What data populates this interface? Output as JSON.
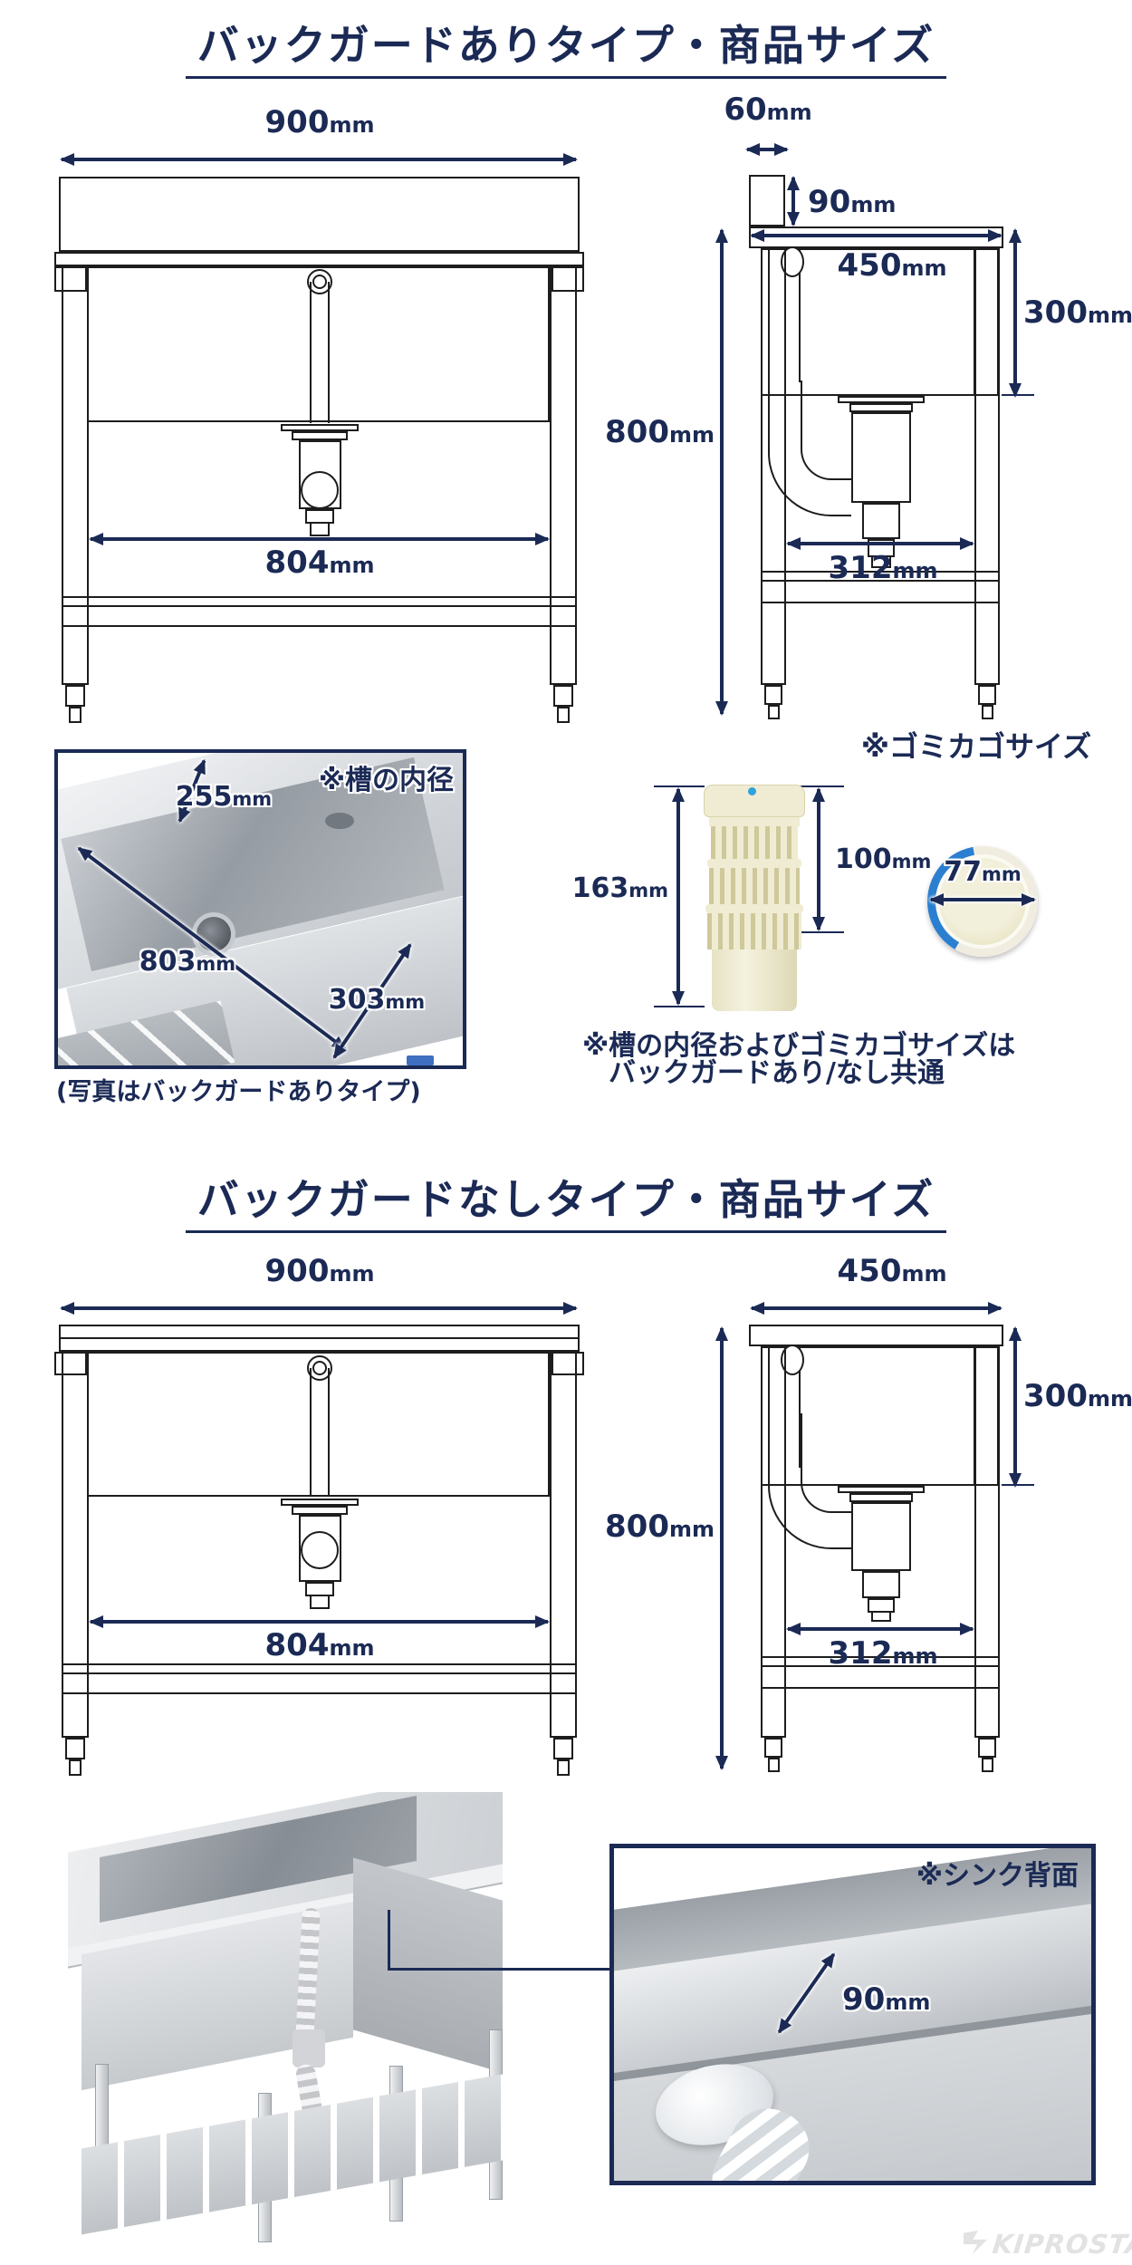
{
  "colors": {
    "navy": "#1b2a55",
    "drawing_line": "#1d1d1d",
    "strainer_cream": "#efecd3",
    "strainer_slot": "#cfc89a",
    "blue_ring": "#2b7fd0",
    "logo_gray": "#e2e2e2",
    "sticker_blue": "#3f6fc1"
  },
  "sec1": {
    "title": "バックガードありタイプ・商品サイズ",
    "front": {
      "width": {
        "n": "900",
        "u": "mm"
      },
      "inner": {
        "n": "804",
        "u": "mm"
      }
    },
    "side": {
      "bg_depth": {
        "n": "60",
        "u": "mm"
      },
      "bg_height": {
        "n": "90",
        "u": "mm"
      },
      "depth": {
        "n": "450",
        "u": "mm"
      },
      "bowl_depth": {
        "n": "300",
        "u": "mm"
      },
      "height": {
        "n": "800",
        "u": "mm"
      },
      "leg_span": {
        "n": "312",
        "u": "mm"
      }
    },
    "photo": {
      "label": "※槽の内径",
      "w": {
        "n": "255",
        "u": "mm"
      },
      "l": {
        "n": "803",
        "u": "mm"
      },
      "d": {
        "n": "303",
        "u": "mm"
      },
      "caption": "(写真はバックガードありタイプ)"
    },
    "basket": {
      "label": "※ゴミカゴサイズ",
      "height": {
        "n": "163",
        "u": "mm"
      },
      "upper": {
        "n": "100",
        "u": "mm"
      },
      "dia": {
        "n": "77",
        "u": "mm"
      },
      "note1": "※槽の内径およびゴミカゴサイズは",
      "note2": "バックガードあり/なし共通"
    }
  },
  "sec2": {
    "title": "バックガードなしタイプ・商品サイズ",
    "front": {
      "width": {
        "n": "900",
        "u": "mm"
      },
      "inner": {
        "n": "804",
        "u": "mm"
      }
    },
    "side": {
      "depth": {
        "n": "450",
        "u": "mm"
      },
      "bowl_depth": {
        "n": "300",
        "u": "mm"
      },
      "height": {
        "n": "800",
        "u": "mm"
      },
      "leg_span": {
        "n": "312",
        "u": "mm"
      }
    },
    "photo": {
      "label": "※シンク背面",
      "back": {
        "n": "90",
        "u": "mm"
      }
    }
  },
  "logo": {
    "text": "KIPROSTAR",
    "reg": "®"
  }
}
